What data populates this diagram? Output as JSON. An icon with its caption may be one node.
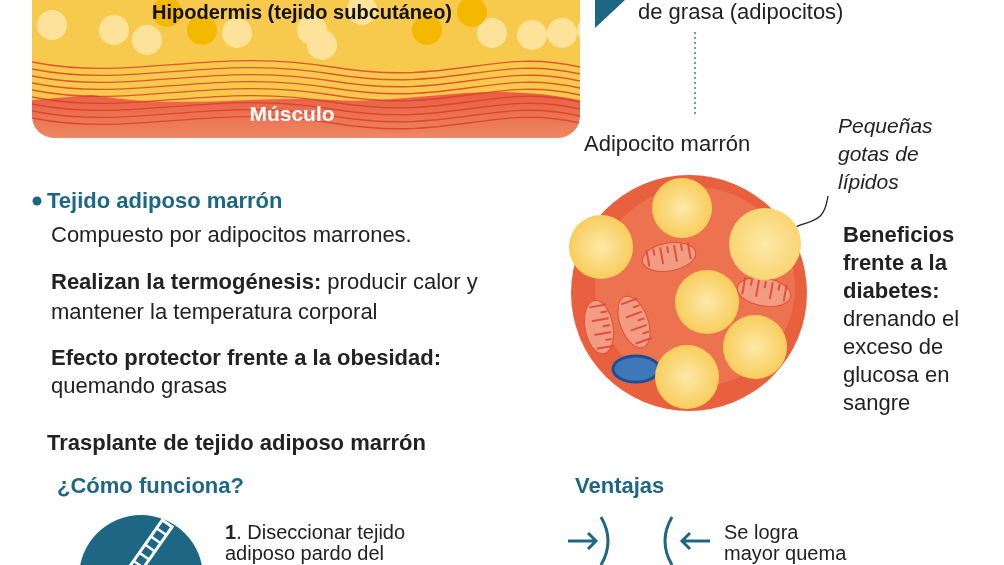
{
  "diagram": {
    "nodes": [
      {
        "text": [
          "Hipodermis (tejido subcutáneo)",
          "Músculo"
        ]
      },
      {
        "text": [
          "de grasa (adipocitos)"
        ]
      },
      {
        "text": [
          "Adipocito marrón"
        ]
      },
      {
        "text": [],
        "shape": "circle"
      },
      {
        "text": [
          "Pequeñas gotas de lípidos"
        ]
      },
      {
        "text": [],
        "shape": "circle",
        "in": 3
      }
    ],
    "edges": [
      {
        "from": 1,
        "to": 2,
        "arrow": "none",
        "style": "dashed"
      },
      {
        "from": 4,
        "to": 5,
        "arrow": "none",
        "color": "#222222"
      }
    ],
    "labels": [
      "Tejido adiposo marrón",
      "Compuesto por adipocitos marrones.",
      "**Realizan la termogénesis:** producir calor y mantener la temperatura corporal",
      "**Efecto protector frente a la obesidad:** quemando grasas",
      "**Beneficios frente a la diabetes:** drenando el exceso de glucosa en sangre",
      "Trasplante de tejido adiposo marrón",
      "¿Cómo funciona?",
      "Ventajas",
      "**1**. Diseccionar tejido adiposo pardo del",
      "Se logra mayor quema"
    ]
  }
}
